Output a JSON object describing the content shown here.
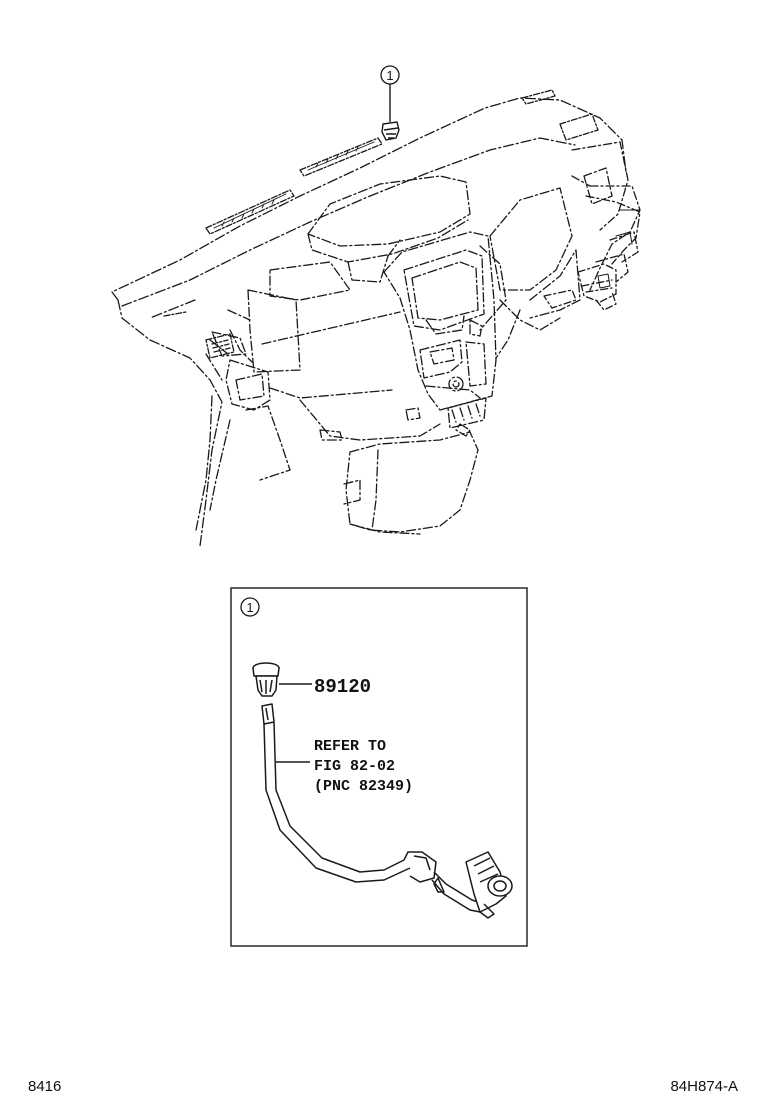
{
  "callouts": {
    "top_ref": "1",
    "box_ref": "1"
  },
  "part": {
    "number": "89120"
  },
  "reference": {
    "line1": "REFER TO",
    "line2": "FIG 82-02",
    "line3": "(PNC 82349)"
  },
  "footer": {
    "left_code": "8416",
    "right_code": "84H874-A"
  }
}
